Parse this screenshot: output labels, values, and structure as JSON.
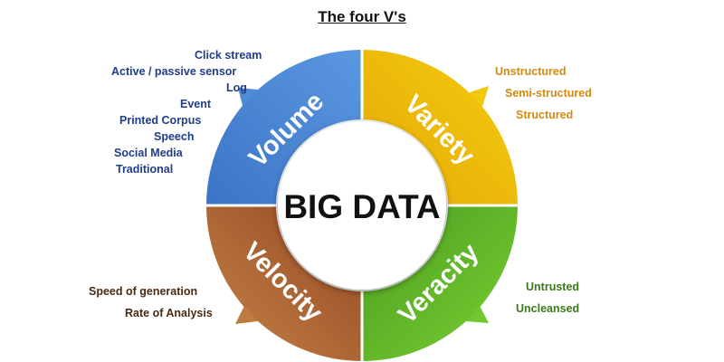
{
  "title": "The four V's",
  "center_label": "BIG DATA",
  "quadrants": {
    "volume": {
      "label": "Volume",
      "color": "#4a86d4",
      "items": [
        "Click stream",
        "Active / passive sensor",
        "Log",
        "Event",
        "Printed Corpus",
        "Speech",
        "Social Media",
        "Traditional"
      ]
    },
    "variety": {
      "label": "Variety",
      "color": "#eab90a",
      "items": [
        "Unstructured",
        "Semi-structured",
        "Structured"
      ]
    },
    "veracity": {
      "label": "Veracity",
      "color": "#5db52a",
      "items": [
        "Untrusted",
        "Uncleansed"
      ]
    },
    "velocity": {
      "label": "Velocity",
      "color": "#a85a2e",
      "items": [
        "Speed of generation",
        "Rate of Analysis"
      ]
    }
  }
}
